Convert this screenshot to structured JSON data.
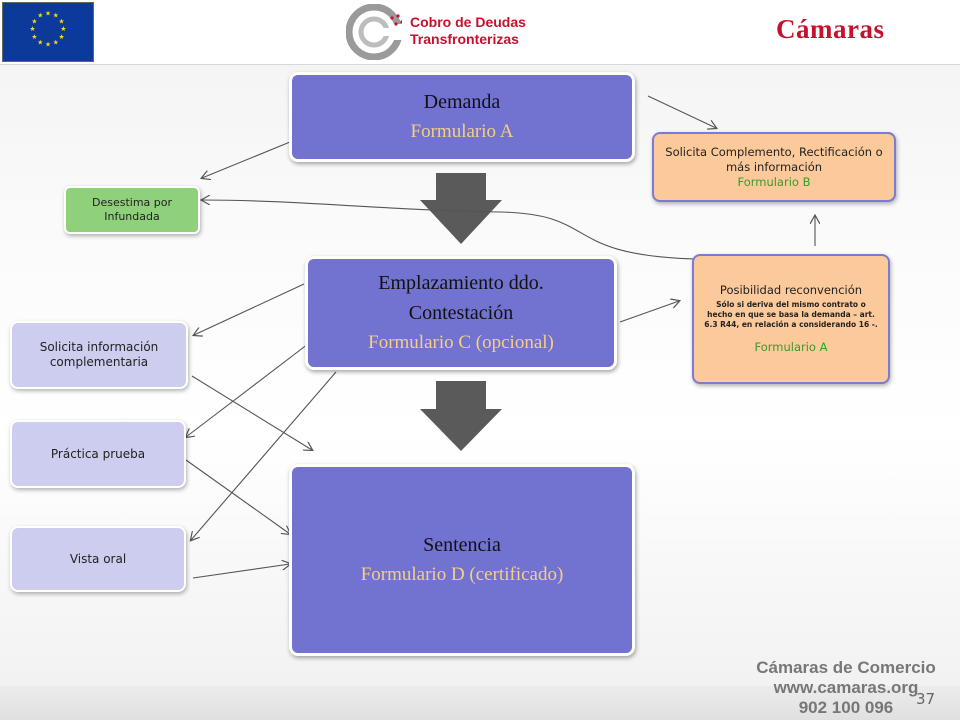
{
  "header": {
    "cobro_logo_line1": "Cobro de Deudas",
    "cobro_logo_line2": "Transfronterizas",
    "camaras_logo": "Cámaras"
  },
  "nodes": {
    "demanda": {
      "title": "Demanda",
      "subtitle": "Formulario A"
    },
    "emplazamiento": {
      "title1": "Emplazamiento ddo.",
      "title2": "Contestación",
      "subtitle": "Formulario C (opcional)"
    },
    "sentencia": {
      "title": "Sentencia",
      "subtitle": "Formulario D (certificado)"
    },
    "desestima": {
      "label": "Desestima por Infundada"
    },
    "solicita_info": {
      "label": "Solicita información complementaria"
    },
    "practica": {
      "label": "Práctica prueba"
    },
    "vista": {
      "label": "Vista oral"
    },
    "solicita_complemento": {
      "text": "Solicita Complemento, Rectificación o más información",
      "form": "Formulario B"
    },
    "reconvencion": {
      "title": "Posibilidad reconvención",
      "note": "Sólo si deriva del mismo contrato o hecho en que se basa la demanda – art. 6.3 R44, en relación a considerando 16 -.",
      "form": "Formulario A"
    }
  },
  "footer": {
    "line1": "Cámaras de Comercio",
    "line2": "www.camaras.org",
    "line3": "902 100 096",
    "page_number": "37"
  },
  "colors": {
    "main_box": "#7272d0",
    "main_subtitle": "#f5d080",
    "side_box": "#cdcdf0",
    "green_box": "#8fd07a",
    "orange_box": "#fcc99b",
    "brand_red": "#c8102e"
  }
}
